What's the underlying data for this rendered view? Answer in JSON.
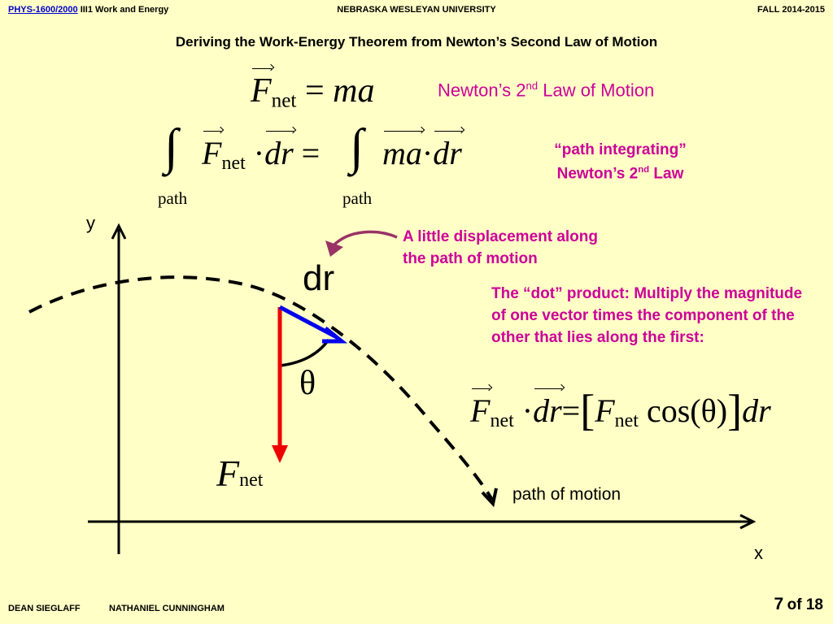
{
  "header": {
    "course_link": "PHYS-1600/2000",
    "section": "III1 Work and Energy",
    "university": "NEBRASKA WESLEYAN UNIVERSITY",
    "term": "FALL 2014-2015"
  },
  "title": "Deriving the Work-Energy Theorem from Newton’s Second Law of Motion",
  "equations": {
    "F": "F",
    "net": "net",
    "equals": "=",
    "ma": "ma",
    "dr": "dr",
    "dot": "·",
    "path": "path",
    "integral": "∫",
    "cos_theta": "cos(θ)"
  },
  "labels": {
    "newton_law_main": "Newton’s 2",
    "newton_law_sup": "nd",
    "newton_law_end": " Law of Motion",
    "path_integrating_line1": "“path integrating”",
    "path_integrating_line2_main": "Newton’s 2",
    "path_integrating_line2_sup": "nd",
    "path_integrating_line2_end": " Law",
    "little_displacement": "A little displacement along the path of motion",
    "dot_product_explanation": "The “dot” product:  Multiply the magnitude of one vector times the component of the other that lies along the first:"
  },
  "diagram": {
    "y_axis": "y",
    "x_axis": "x",
    "dr": "dr",
    "theta": "θ",
    "f_net_F": "F",
    "f_net_sub": "net",
    "path_of_motion": "path of motion"
  },
  "footer": {
    "author1": "DEAN SIEGLAFF",
    "author2": "NATHANIEL CUNNINGHAM",
    "page_num": "7",
    "page_of": "of 18"
  },
  "colors": {
    "background": "#ffffc6",
    "magenta": "#cc0099",
    "force_arrow": "#ee0000",
    "dr_arrow": "#0000ee",
    "annotation_arrow": "#993366"
  }
}
